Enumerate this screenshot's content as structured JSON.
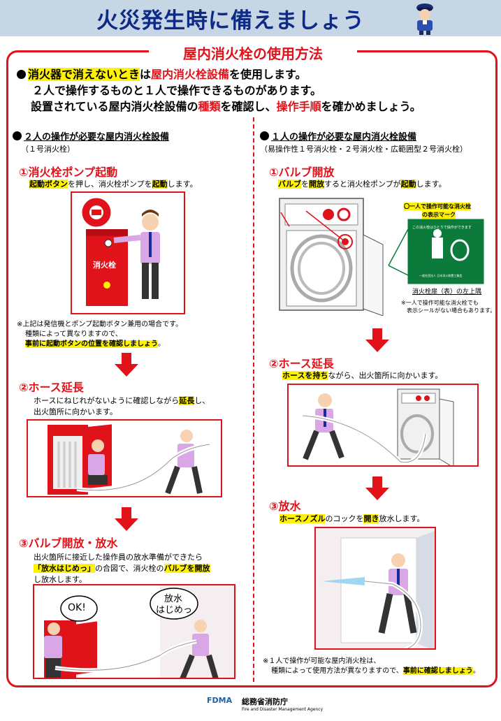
{
  "header": {
    "title": "火災発生時に備えましょう"
  },
  "section": {
    "title": "屋内消火栓の使用方法"
  },
  "intro": {
    "line1_a": "消火器で消えないとき",
    "line1_b": "は",
    "line1_c": "屋内消火栓設備",
    "line1_d": "を使用します。",
    "line2": "２人で操作するものと１人で操作できるものがあります。",
    "line3_a": "設置されている屋内消火栓設備の",
    "line3_b": "種類",
    "line3_c": "を確認し、",
    "line3_d": "操作手順",
    "line3_e": "を確かめましょう。"
  },
  "left": {
    "heading": "２人の操作が必要な屋内消火栓設備",
    "subheading": "（１号消火栓）",
    "step1": {
      "title": "①消火栓ポンプ起動",
      "desc_a": "起動ボタン",
      "desc_b": "を押し、消火栓ポンプを",
      "desc_c": "起動",
      "desc_d": "します。",
      "box_label": "消火栓"
    },
    "note1": "※上記は発信機とポンプ起動ボタン兼用の場合です。",
    "note2": "種類によって異なりますので、",
    "note3": "事前に起動ボタンの位置を確認しましょう",
    "note3_end": "。",
    "step2": {
      "title": "②ホース延長",
      "desc1_a": "ホースにねじれがないように確認しながら",
      "desc1_b": "延長",
      "desc1_c": "し、",
      "desc2": "出火箇所に向かいます。"
    },
    "step3": {
      "title": "③バルブ開放・放水",
      "desc1": "出火箇所に接近した操作員の放水準備ができたら",
      "desc2_a": "「放水はじめっ」",
      "desc2_b": "の合図で、消火栓の",
      "desc2_c": "バルブを開放",
      "desc3": "し放水します。",
      "bubble_ok": "OK!",
      "bubble_start1": "放水",
      "bubble_start2": "はじめっ"
    }
  },
  "right": {
    "heading": "１人の操作が必要な屋内消火栓設備",
    "subheading": "（易操作性１号消火栓・２号消火栓・広範囲型２号消火栓）",
    "step1": {
      "title": "①バルブ開放",
      "desc_a": "バルブ",
      "desc_b": "を",
      "desc_c": "開放",
      "desc_d": "すると消火栓ポンプが",
      "desc_e": "起動",
      "desc_f": "します。",
      "mark_label1": "〇一人で操作可能な消火栓",
      "mark_label2": "の表示マーク",
      "sign_top": "この消火栓はひとりで操作ができます",
      "sign_bottom": "一般社団法人 日本消火装置工業会",
      "sign_caption": "消火栓扉（表）の左上隅",
      "note1": "※一人で操作可能な消火栓でも",
      "note2": "表示シールがない場合もあります。"
    },
    "step2": {
      "title": "②ホース延長",
      "desc_a": "ホースを持ち",
      "desc_b": "ながら、出火箇所に向かいます。"
    },
    "step3": {
      "title": "③放水",
      "desc_a": "ホースノズル",
      "desc_b": "のコックを",
      "desc_c": "開き",
      "desc_d": "放水します。"
    },
    "note1": "※１人で操作が可能な屋内消火栓は、",
    "note2_a": "種類によって使用方法が異なりますので、",
    "note2_b": "事前に確認しましょう",
    "note2_c": "。"
  },
  "footer": {
    "logo": "FDMA",
    "agency": "総務省消防庁",
    "agency_en": "Fire and Disaster Management Agency"
  },
  "colors": {
    "accent_red": "#e0121a",
    "highlight": "#fff200",
    "header_bg": "#c7d6e4",
    "title_blue": "#0d2a86"
  }
}
